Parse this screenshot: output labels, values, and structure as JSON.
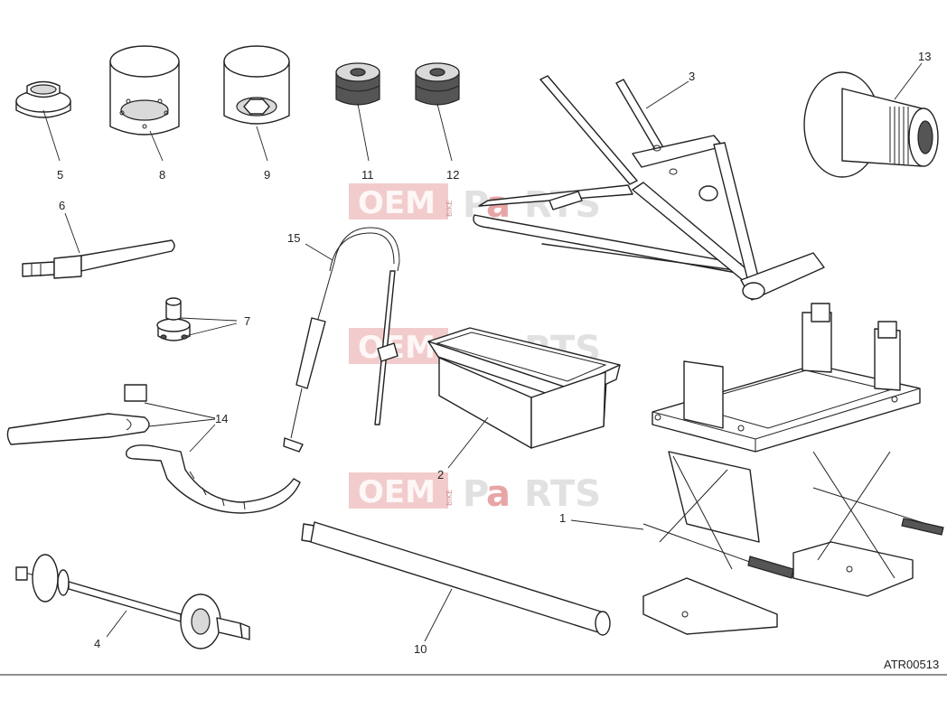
{
  "drawing_ref": "ATR00513",
  "watermark": {
    "brand_left": "OEM",
    "brand_mid": "BIKE",
    "brand_right_a": "P",
    "brand_right_b": "a",
    "brand_right_c": "RTS"
  },
  "callouts": {
    "c1": "1",
    "c2": "2",
    "c3": "3",
    "c4": "4",
    "c5": "5",
    "c6": "6",
    "c7": "7",
    "c8": "8",
    "c9": "9",
    "c10": "10",
    "c11": "11",
    "c12": "12",
    "c13": "13",
    "c14": "14",
    "c15": "15"
  }
}
